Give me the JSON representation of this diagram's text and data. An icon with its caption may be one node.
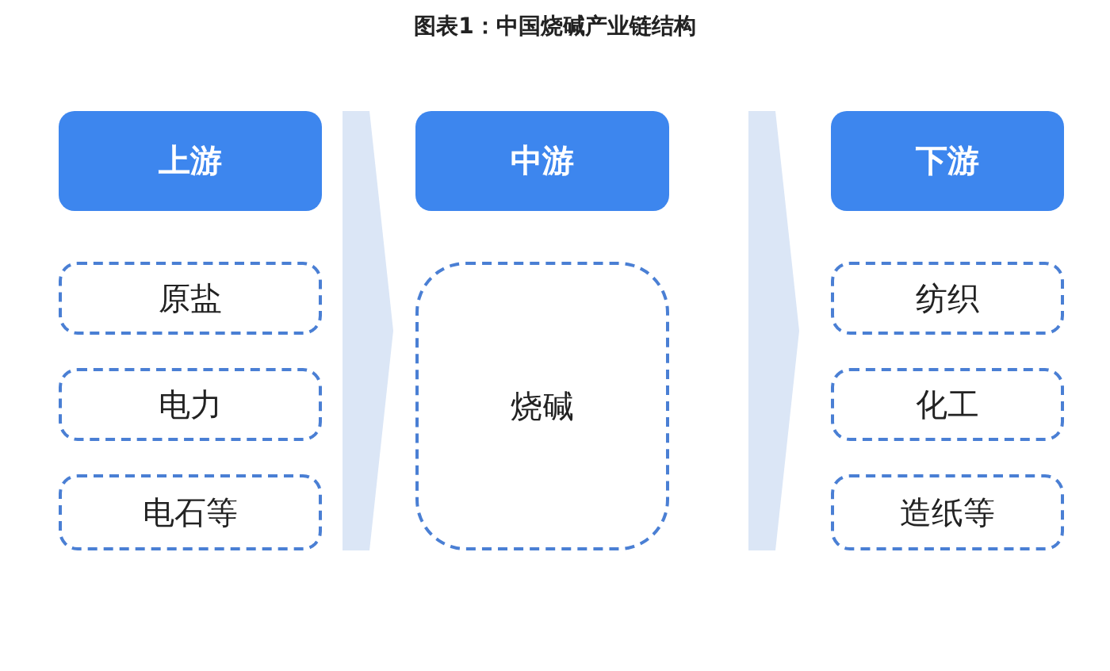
{
  "diagram": {
    "title": "图表1：中国烧碱产业链结构",
    "nodes": [
      {
        "text": [
          "上游"
        ]
      },
      {
        "text": [
          "原盐"
        ]
      },
      {
        "text": [
          "电力"
        ]
      },
      {
        "text": [
          "电石等"
        ]
      },
      {
        "text": [
          "中游"
        ]
      },
      {
        "text": [
          "烧碱"
        ]
      },
      {
        "text": [
          "下游"
        ]
      },
      {
        "text": [
          "纺织"
        ]
      },
      {
        "text": [
          "化工"
        ]
      },
      {
        "text": [
          "造纸等"
        ]
      }
    ],
    "edges": [
      {
        "from": 0,
        "to": 4,
        "arrow": "to"
      },
      {
        "from": 4,
        "to": 6,
        "arrow": "to"
      }
    ]
  }
}
